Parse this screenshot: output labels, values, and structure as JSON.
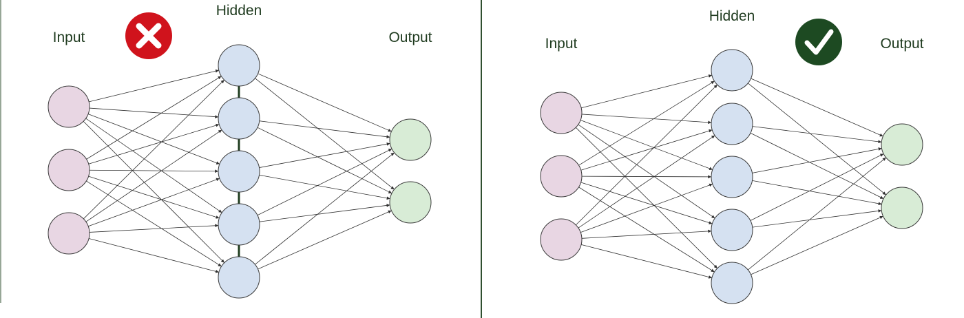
{
  "colors": {
    "input_node": "#e8d6e3",
    "hidden_node": "#d5e1f1",
    "output_node": "#d8ecd6",
    "wrong_badge": "#d0131c",
    "right_badge": "#1d4a22",
    "badge_mark": "#ffffff"
  },
  "panels": [
    {
      "verdict": "wrong",
      "badge_icon": "x-mark-icon",
      "labels": {
        "input": "Input",
        "hidden": "Hidden",
        "output": "Output"
      },
      "layers": {
        "input": 3,
        "hidden": 5,
        "output": 2
      },
      "hidden_nodes_connected_to_each_other": true
    },
    {
      "verdict": "right",
      "badge_icon": "check-mark-icon",
      "labels": {
        "input": "Input",
        "hidden": "Hidden",
        "output": "Output"
      },
      "layers": {
        "input": 3,
        "hidden": 5,
        "output": 2
      },
      "hidden_nodes_connected_to_each_other": false
    }
  ]
}
